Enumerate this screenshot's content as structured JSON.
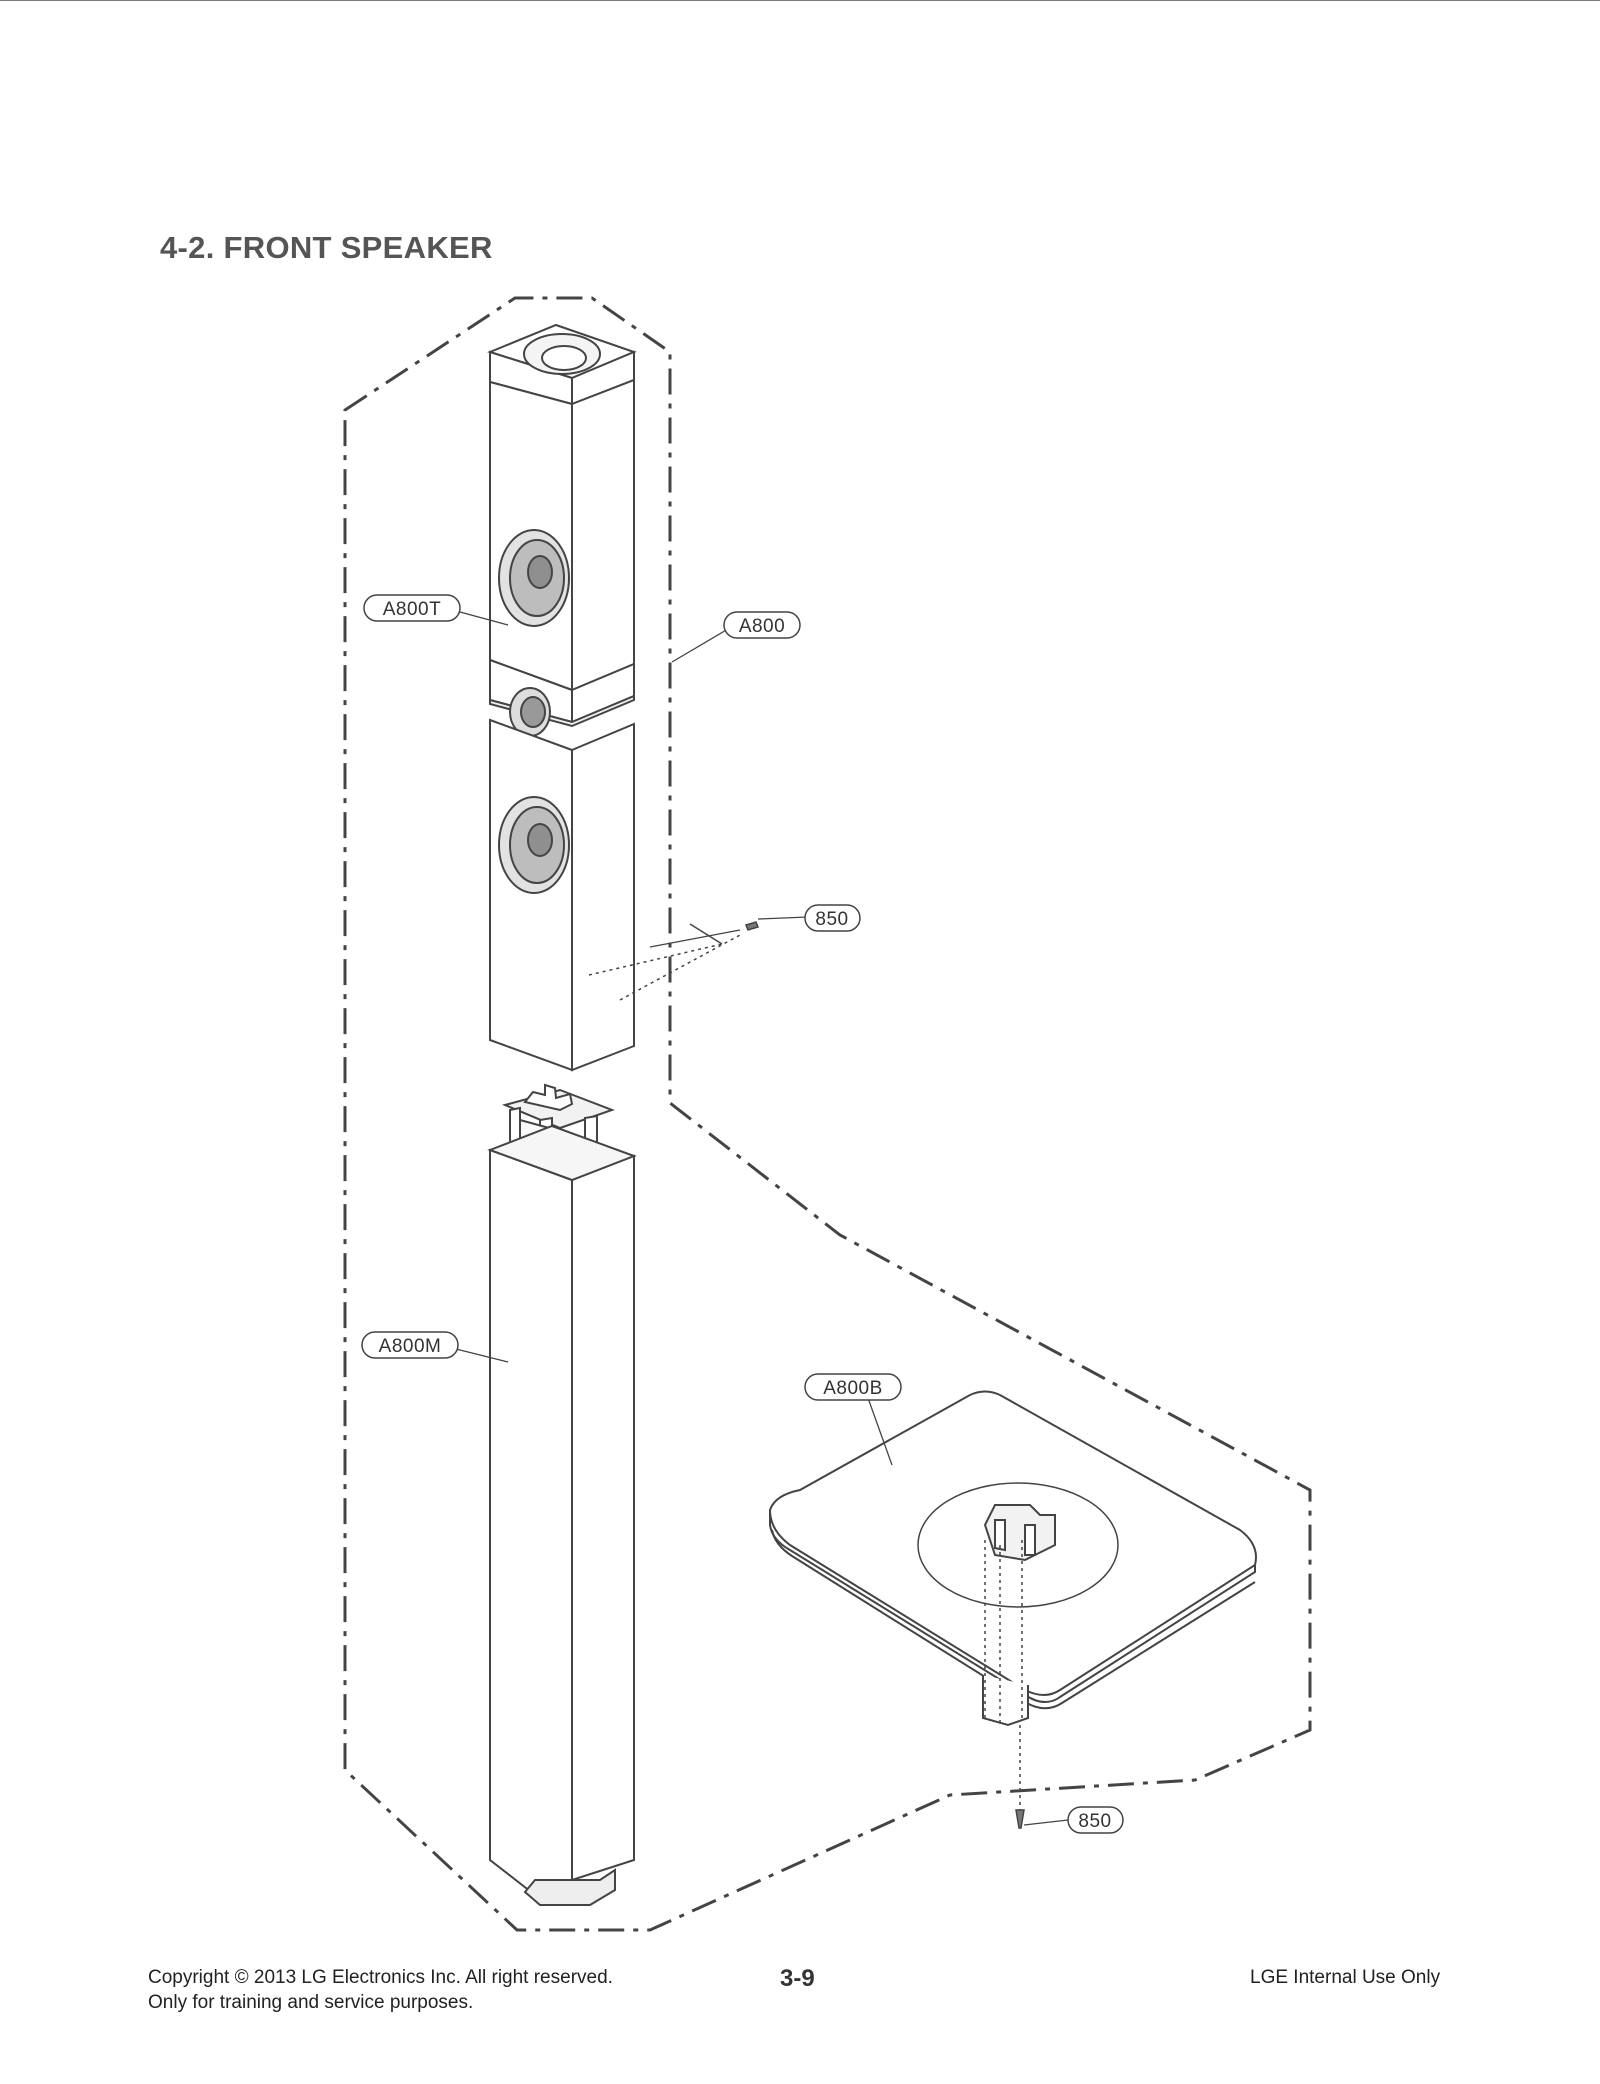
{
  "section": {
    "title": "4-2. FRONT SPEAKER"
  },
  "callouts": {
    "a800t": "A800T",
    "a800": "A800",
    "screw_top": "850",
    "a800m": "A800M",
    "a800b": "A800B",
    "screw_bottom": "850"
  },
  "footer": {
    "copyright_line1": "Copyright © 2013 LG Electronics Inc. All right reserved.",
    "copyright_line2": "Only for training and service purposes.",
    "page_number": "3-9",
    "internal": "LGE Internal Use Only"
  }
}
